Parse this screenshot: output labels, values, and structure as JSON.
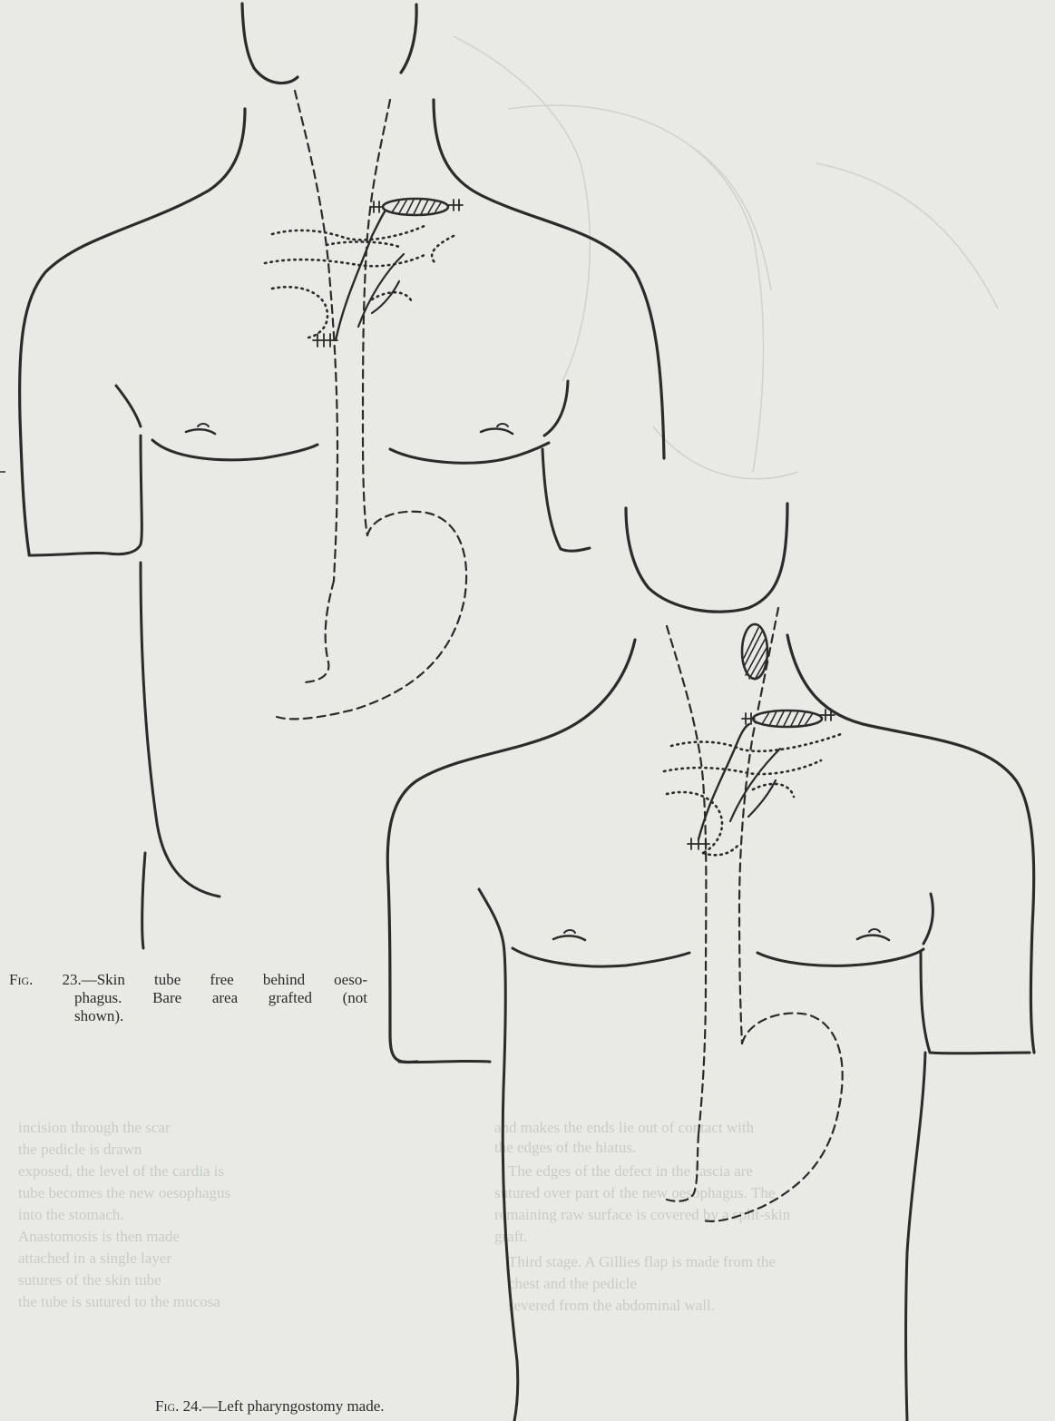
{
  "figures": [
    {
      "id": "fig-23",
      "caption_label": "Fig. 23.",
      "caption_text_lines": [
        "—Skin tube free behind oeso-",
        "phagus. Bare area grafted (not",
        "shown)."
      ]
    },
    {
      "id": "fig-24",
      "caption_label": "Fig. 24.",
      "caption_text": "—Left pharyngostomy made."
    }
  ],
  "bleed_through_text": [
    "and makes the ends lie out of contact with",
    "the edges of the hiatus.",
    "The edges of the defect in the fascia are",
    "sutured over part of the new oesophagus. The",
    "remaining raw surface is covered by a split-skin",
    "graft.",
    "Third stage. A Gillies flap is made from the",
    "chest and the pedicle",
    "severed from the abdominal wall.",
    "incision through the scar",
    "the pedicle is drawn",
    "exposed, the level of the cardia is",
    "tube becomes the new oesophagus",
    "into the stomach.",
    "Anastomosis is then made",
    "attached in a single layer",
    "sutures of the skin tube",
    "the tube is sutured to the mucosa"
  ],
  "colors": {
    "paper": "#e9eae5",
    "ink": "#2b2b29",
    "ghost": "#c9cbc5"
  }
}
